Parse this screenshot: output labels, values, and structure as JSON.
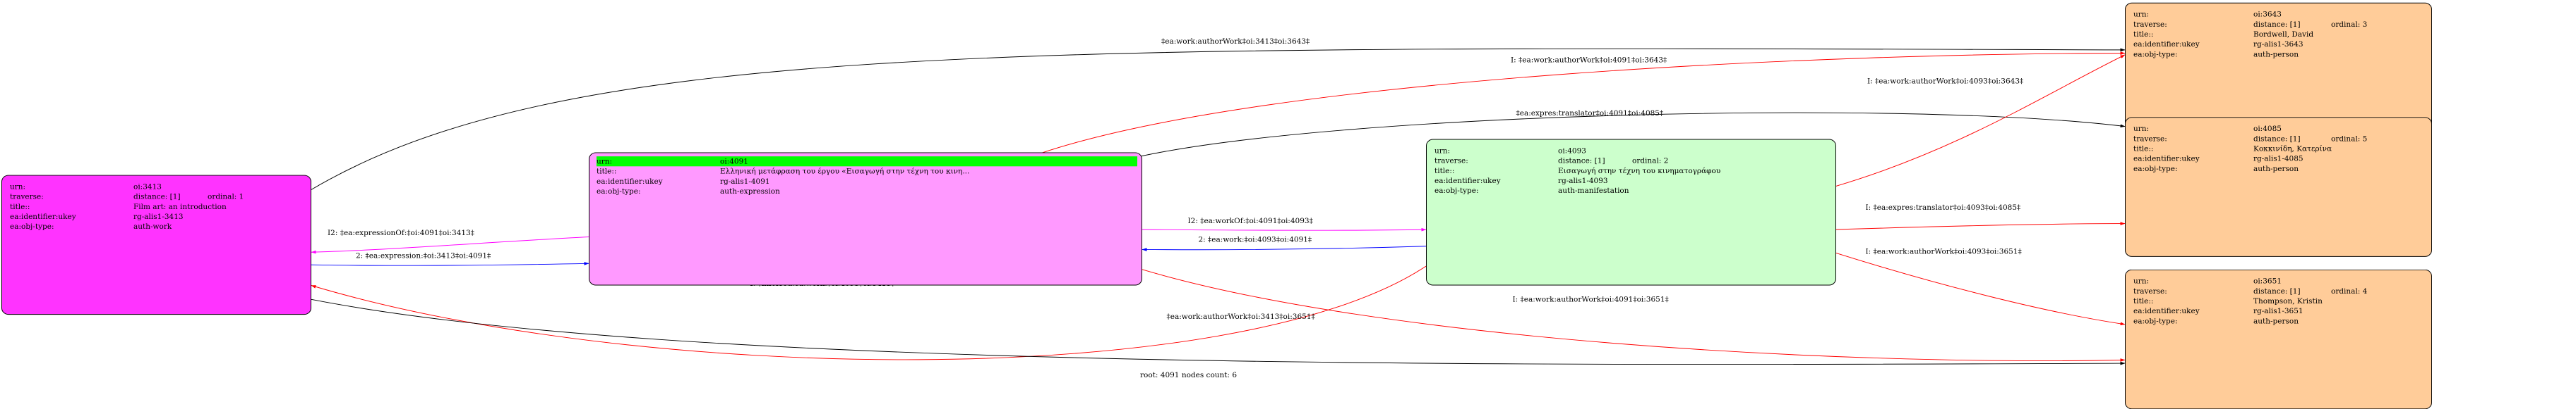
{
  "colors": {
    "work_node": "#ff33ff",
    "expression_node": "#ff99ff",
    "manifestation_node": "#ccffcc",
    "person_node": "#ffcc99",
    "highlight": "#00ff00",
    "edge_black": "#000000",
    "edge_red": "#ff0000",
    "edge_blue": "#0000ff",
    "edge_magenta": "#ff00ff"
  },
  "nodes": {
    "n3413": {
      "urn_key": "urn:",
      "urn": "oi:3413",
      "traverse_key": "traverse:",
      "traverse": "distance: [1]",
      "ordinal": "ordinal: 1",
      "title_key": "title::",
      "title": "Film art: an introduction",
      "ukey_key": "ea:identifier:ukey",
      "ukey": "rg-alis1-3413",
      "type_key": "ea:obj-type:",
      "type": "auth-work"
    },
    "n4091": {
      "urn_key": "urn:",
      "urn": "oi:4091",
      "title_key": "title::",
      "title": "Ελληνική μετάφραση του έργου «Εισαγωγή στην τέχνη του κινη...",
      "ukey_key": "ea:identifier:ukey",
      "ukey": "rg-alis1-4091",
      "type_key": "ea:obj-type:",
      "type": "auth-expression"
    },
    "n4093": {
      "urn_key": "urn:",
      "urn": "oi:4093",
      "traverse_key": "traverse:",
      "traverse": "distance: [1]",
      "ordinal": "ordinal: 2",
      "title_key": "title::",
      "title": "Εισαγωγή στην τέχνη του κινηματογράφου",
      "ukey_key": "ea:identifier:ukey",
      "ukey": "rg-alis1-4093",
      "type_key": "ea:obj-type:",
      "type": "auth-manifestation"
    },
    "n3643": {
      "urn_key": "urn:",
      "urn": "oi:3643",
      "traverse_key": "traverse:",
      "traverse": "distance: [1]",
      "ordinal": "ordinal: 3",
      "title_key": "title::",
      "title": "Bordwell, David",
      "ukey_key": "ea:identifier:ukey",
      "ukey": "rg-alis1-3643",
      "type_key": "ea:obj-type:",
      "type": "auth-person"
    },
    "n4085": {
      "urn_key": "urn:",
      "urn": "oi:4085",
      "traverse_key": "traverse:",
      "traverse": "distance: [1]",
      "ordinal": "ordinal: 5",
      "title_key": "title::",
      "title": "Κοκκινίδη, Κατερίνα",
      "ukey_key": "ea:identifier:ukey",
      "ukey": "rg-alis1-4085",
      "type_key": "ea:obj-type:",
      "type": "auth-person"
    },
    "n3651": {
      "urn_key": "urn:",
      "urn": "oi:3651",
      "traverse_key": "traverse:",
      "traverse": "distance: [1]",
      "ordinal": "ordinal: 4",
      "title_key": "title::",
      "title": "Thompson, Kristin",
      "ukey_key": "ea:identifier:ukey",
      "ukey": "rg-alis1-3651",
      "type_key": "ea:obj-type:",
      "type": "auth-person"
    }
  },
  "edges": {
    "e1": "‡ea:work:authorWork‡oi:3413‡oi:3643‡",
    "e2": "I: ‡ea:work:authorWork‡oi:4091‡oi:3643‡",
    "e3": "‡ea:expres:translator‡oi:4091‡oi:4085‡",
    "e4": "I: ‡ea:work:authorWork‡oi:4093‡oi:3643‡",
    "e5": "I2: ‡ea:expressionOf:‡oi:4091‡oi:3413‡",
    "e6": "2: ‡ea:expression:‡oi:3413‡oi:4091‡",
    "e7": "I2: ‡ea:workOf:‡oi:4091‡oi:4093‡",
    "e8": "2: ‡ea:work:‡oi:4093‡oi:4091‡",
    "e9": "I: ‡ea:expres:translator‡oi:4093‡oi:4085‡",
    "e10": "I: ‡ea:work:authorWork‡oi:4093‡oi:3651‡",
    "e11": "I: ‡inferred:ea:work:‡oi:4093‡oi:3413‡",
    "e12": "I: ‡ea:work:authorWork‡oi:4091‡oi:3651‡",
    "e13": "‡ea:work:authorWork‡oi:3413‡oi:3651‡"
  },
  "footer": "root: 4091 nodes count: 6"
}
